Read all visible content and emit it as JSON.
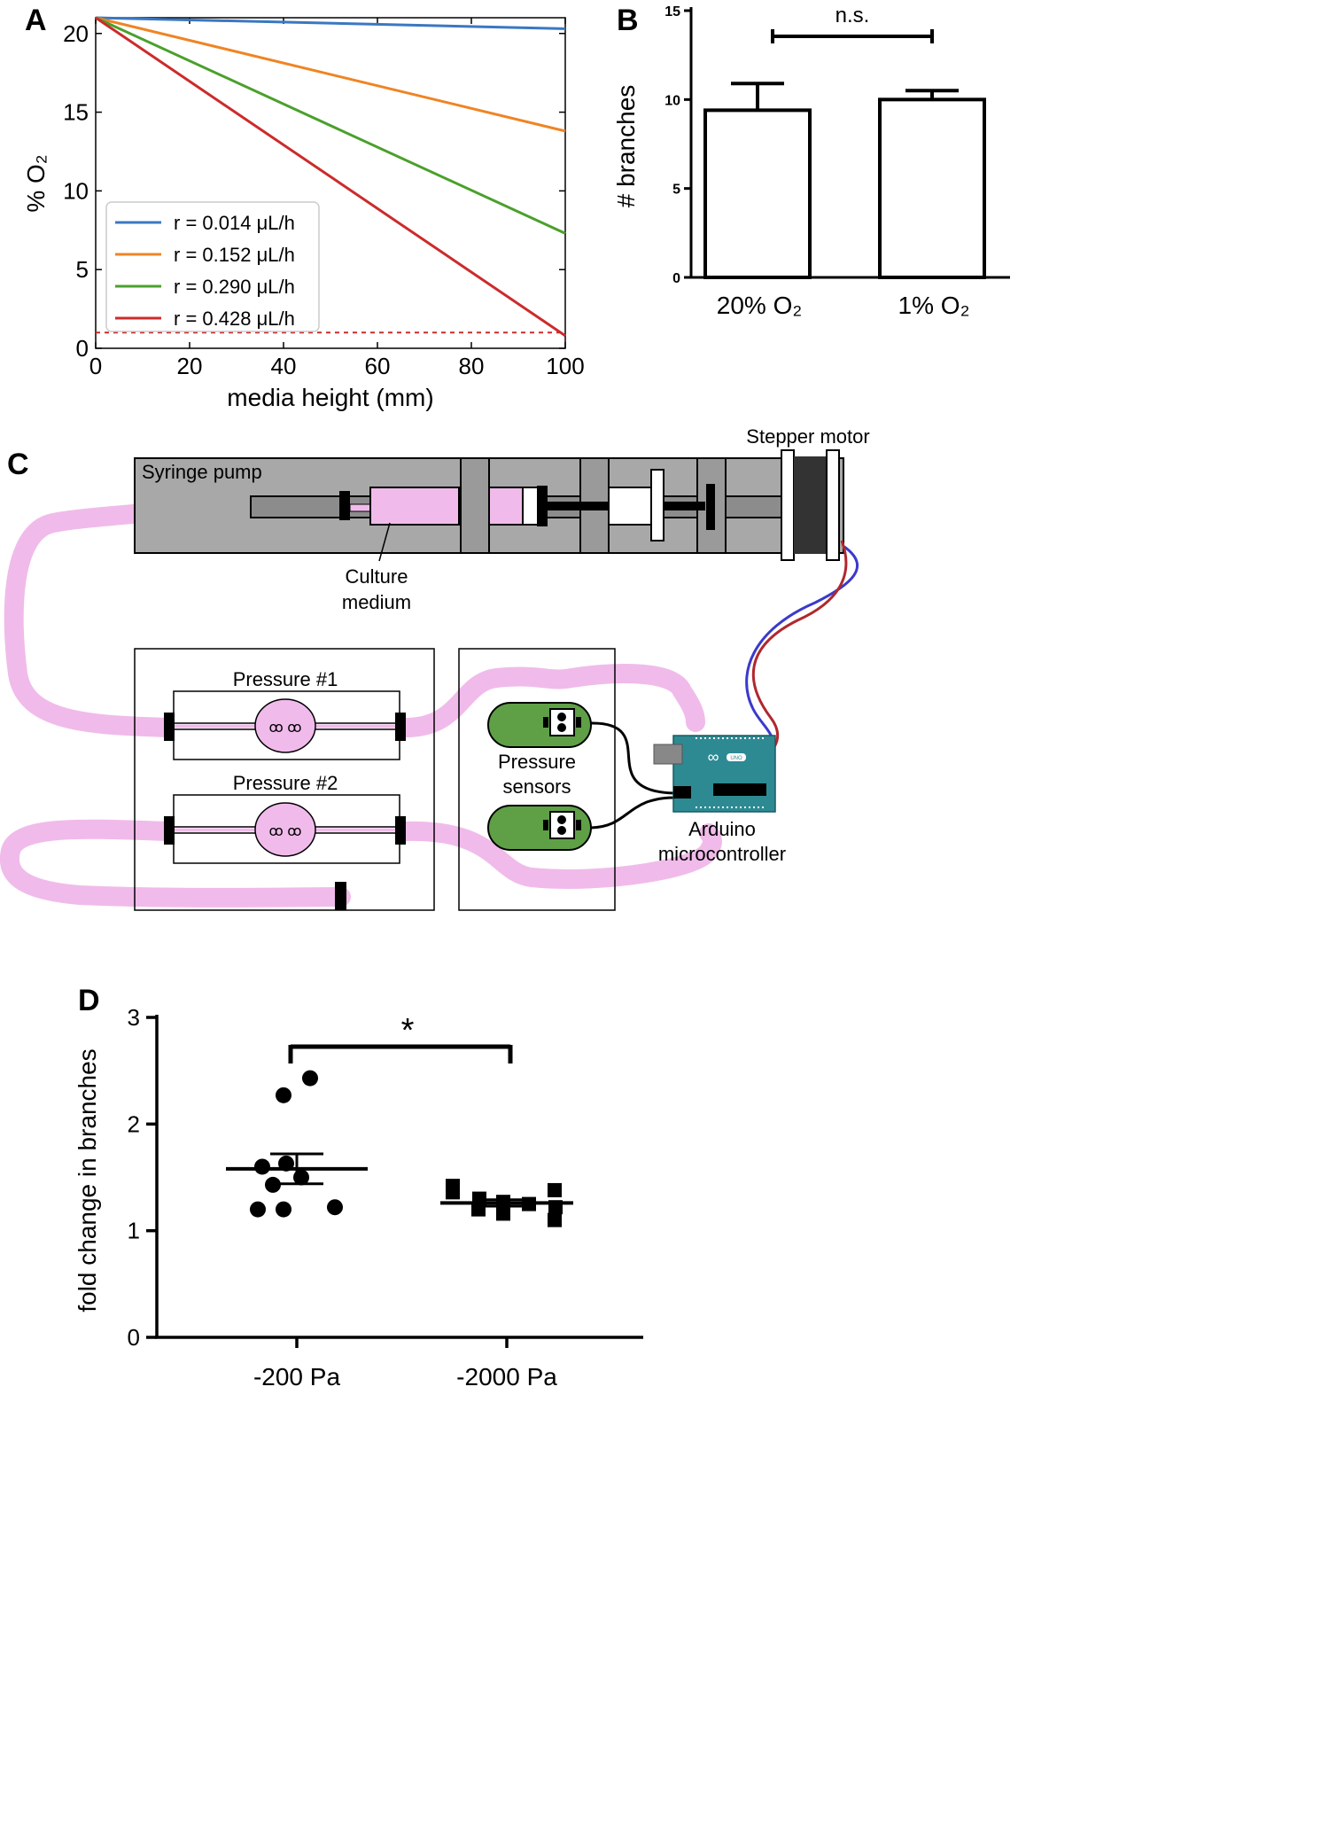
{
  "panels": {
    "a": {
      "label": "A"
    },
    "b": {
      "label": "B"
    },
    "c": {
      "label": "C"
    },
    "d": {
      "label": "D"
    }
  },
  "chart_data": [
    {
      "type": "line",
      "xlabel": "media height (mm)",
      "ylabel": "% O₂",
      "xlim": [
        0,
        100
      ],
      "ylim": [
        0,
        21
      ],
      "xticks": [
        "0",
        "20",
        "40",
        "60",
        "80",
        "100"
      ],
      "yticks": [
        "0",
        "5",
        "10",
        "15",
        "20"
      ],
      "legend_position": "bottom-left",
      "series": [
        {
          "name": "r = 0.014 μL/h",
          "color": "#3a78c2",
          "x": [
            0,
            100
          ],
          "y": [
            21,
            20.3
          ]
        },
        {
          "name": "r = 0.152 μL/h",
          "color": "#ef8424",
          "x": [
            0,
            100
          ],
          "y": [
            21,
            13.8
          ]
        },
        {
          "name": "r = 0.290 μL/h",
          "color": "#4aa02c",
          "x": [
            0,
            100
          ],
          "y": [
            21,
            7.3
          ]
        },
        {
          "name": "r = 0.428 μL/h",
          "color": "#cc2b2b",
          "x": [
            0,
            100
          ],
          "y": [
            21,
            0.8
          ]
        }
      ],
      "reference_line": {
        "y": 1,
        "color": "#cc2b2b",
        "style": "dashed"
      }
    },
    {
      "type": "bar",
      "categories": [
        "20% O₂",
        "1% O₂"
      ],
      "values": [
        9.4,
        10.0
      ],
      "error": [
        1.5,
        0.5
      ],
      "ylabel": "# branches",
      "ylim": [
        0,
        15
      ],
      "yticks": [
        "0",
        "5",
        "10",
        "15"
      ],
      "annotation": "n.s."
    },
    {
      "type": "scatter",
      "categories": [
        "-200 Pa",
        "-2000 Pa"
      ],
      "ylabel": "fold change in branches",
      "ylim": [
        0,
        3
      ],
      "yticks": [
        "0",
        "1",
        "2",
        "3"
      ],
      "annotation": "*",
      "groups": [
        {
          "category": "-200 Pa",
          "marker": "circle",
          "mean": 1.58,
          "sem": 0.14,
          "values": [
            2.27,
            2.43,
            1.6,
            1.63,
            1.5,
            1.43,
            1.2,
            1.2,
            1.22
          ]
        },
        {
          "category": "-2000 Pa",
          "marker": "square",
          "mean": 1.26,
          "sem": 0.03,
          "values": [
            1.42,
            1.38,
            1.36,
            1.3,
            1.27,
            1.25,
            1.22,
            1.2,
            1.16,
            1.1
          ]
        }
      ]
    }
  ],
  "diagram": {
    "syringe_pump": "Syringe pump",
    "stepper_motor": "Stepper motor",
    "culture_medium_1": "Culture",
    "culture_medium_2": "medium",
    "pressure_1": "Pressure #1",
    "pressure_2": "Pressure #2",
    "sensors_1": "Pressure",
    "sensors_2": "sensors",
    "arduino_1": "Arduino",
    "arduino_2": "microcontroller",
    "board_text": "UNO"
  }
}
